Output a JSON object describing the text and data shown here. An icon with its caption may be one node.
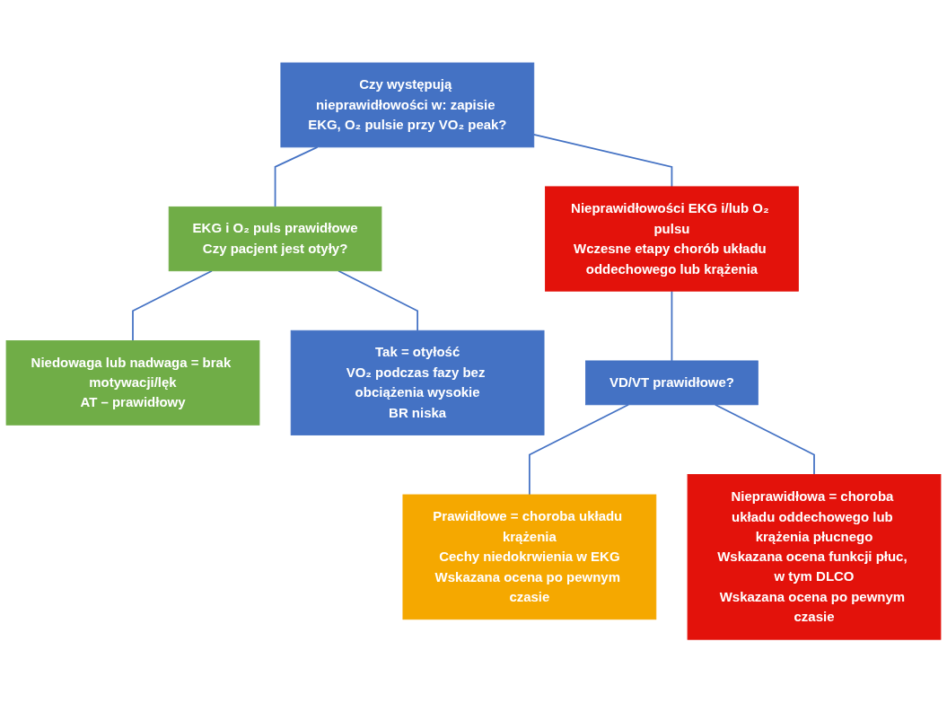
{
  "diagram": {
    "nodes": [
      {
        "text": [
          "Czy występują nieprawidłowości w: zapisie EKG, O₂ pulsie przy VO₂ peak?"
        ]
      },
      {
        "text": [
          "EKG i O₂ puls prawidłowe",
          "Czy pacjent jest otyły?"
        ]
      },
      {
        "text": [
          "Nieprawidłowości EKG i/lub O₂ pulsu",
          "Wczesne etapy chorób układu oddechowego lub krążenia"
        ]
      },
      {
        "text": [
          "Niedowaga lub nadwaga = brak motywacji/lęk",
          "AT – prawidłowy"
        ]
      },
      {
        "text": [
          "Tak = otyłość",
          "VO₂ podczas fazy bez obciążenia wysokie",
          "BR niska"
        ]
      },
      {
        "text": [
          "VD/VT prawidłowe?"
        ]
      },
      {
        "text": [
          "Prawidłowe = choroba układu krążenia",
          "Cechy niedokrwienia w EKG",
          "Wskazana ocena po pewnym czasie"
        ]
      },
      {
        "text": [
          "Nieprawidłowa = choroba układu oddechowego lub krążenia płucnego",
          "Wskazana ocena funkcji płuc, w tym DLCO",
          "Wskazana ocena po pewnym czasie"
        ]
      }
    ],
    "edges": [
      {
        "from": 0,
        "to": 1,
        "arrow": "none"
      },
      {
        "from": 0,
        "to": 2,
        "arrow": "none"
      },
      {
        "from": 1,
        "to": 3,
        "arrow": "none"
      },
      {
        "from": 1,
        "to": 4,
        "arrow": "none"
      },
      {
        "from": 2,
        "to": 5,
        "arrow": "none"
      },
      {
        "from": 5,
        "to": 6,
        "arrow": "none"
      },
      {
        "from": 5,
        "to": 7,
        "arrow": "none"
      }
    ]
  }
}
